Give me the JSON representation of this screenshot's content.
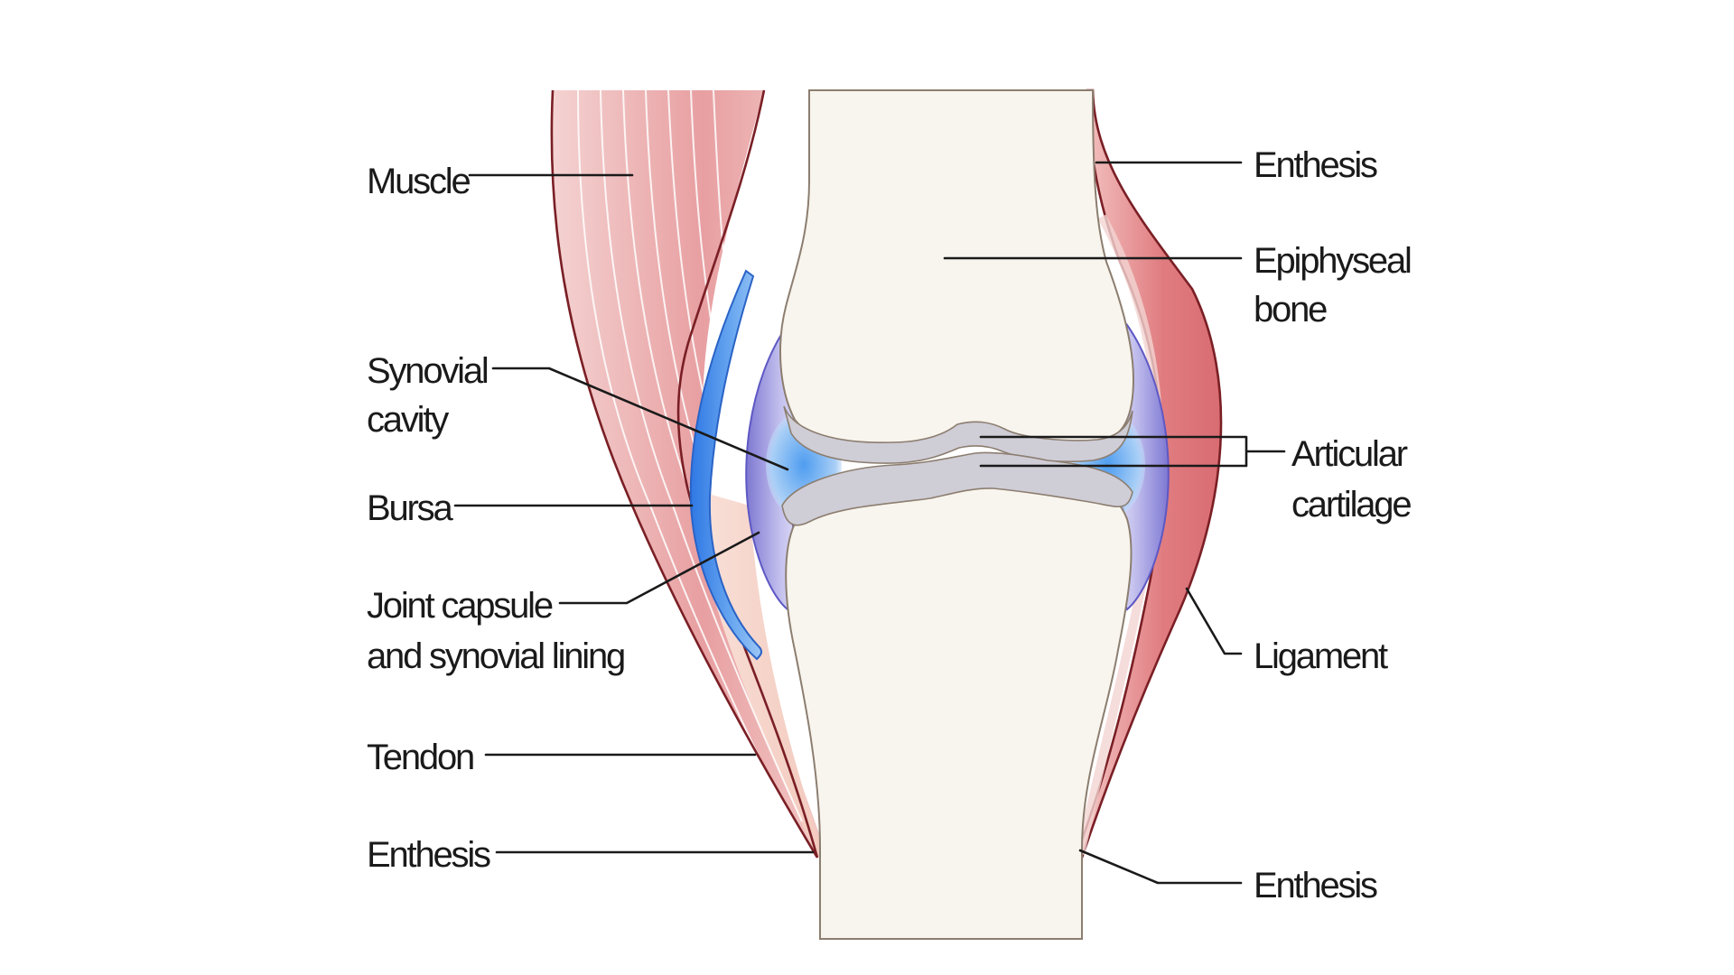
{
  "labels": {
    "muscle": "Muscle",
    "synovial_cavity": [
      "Synovial",
      "cavity"
    ],
    "bursa": "Bursa",
    "joint_capsule": [
      "Joint capsule",
      "and synovial lining"
    ],
    "tendon": "Tendon",
    "enthesis_left": "Enthesis",
    "enthesis_top_right": "Enthesis",
    "epiphyseal_bone": [
      "Epiphyseal",
      "bone"
    ],
    "articular_cartilage": [
      "Articular",
      "cartilage"
    ],
    "ligament": "Ligament",
    "enthesis_bottom_right": "Enthesis"
  },
  "colors": {
    "bone_fill": "#f8f5ee",
    "bone_outline": "#8c7e70",
    "cartilage": "#cfcdd6",
    "capsule": "#8a86d6",
    "synovial_fluid": "#5aa7ee",
    "bursa": "#3d84e8",
    "muscle": "#e79a9c",
    "tendon": "#f6d2c7",
    "ligament": "#e07c80",
    "outline": "#7a1f25"
  }
}
